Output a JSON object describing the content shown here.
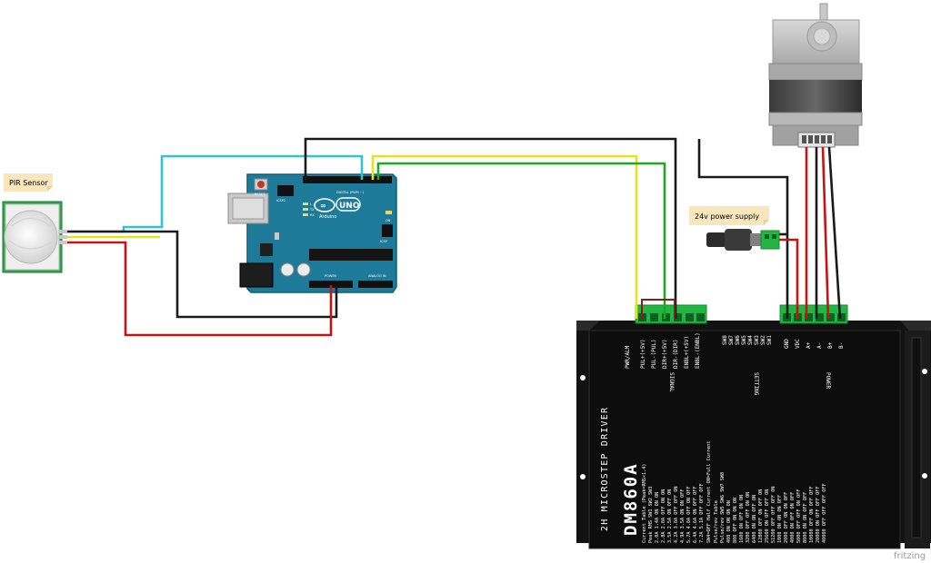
{
  "labels": {
    "pir_sensor": "PIR Sensor",
    "power_supply": "24v power supply",
    "watermark": "fritzing"
  },
  "arduino": {
    "logo": "UNO",
    "brand": "Arduino",
    "tx": "TX",
    "rx": "RX",
    "l": "L",
    "reset": "RESET",
    "icsp": "ICSP2",
    "icsp1": "ICSP",
    "digital": "DIGITAL (PWM ~)",
    "power": "POWER",
    "analog": "ANALOG IN",
    "on": "ON"
  },
  "driver": {
    "model": "DM860A",
    "title": "2H MICROSTEP DRIVER",
    "signal_pins": [
      "PUL+(+5V)",
      "PUL-(PUL)",
      "DIR+(+5V)",
      "DIR-(DIR)",
      "ENBL+(+5V)",
      "ENBL-(ENBL)"
    ],
    "alarm_label": "PWR/ALM",
    "power_pins": [
      "GND",
      "VDC",
      "A+",
      "A-",
      "B+",
      "B-"
    ],
    "switch_labels": [
      "SW8",
      "SW7",
      "SW6",
      "SW5",
      "SW4",
      "SW3",
      "SW2",
      "SW1"
    ],
    "section_signal": "SIGNAL",
    "section_setting": "SETTING",
    "section_power": "POWER",
    "current_table_title": "Current Table (Peak=RMS×1.4)",
    "current_header": "Peak  RMS    SW1  SW2  SW3",
    "current_rows": [
      "2.0A  1.4A    ON   ON   ON",
      "2.8A  2.0A   OFF   ON   ON",
      "3.5A  2.5A    ON  OFF   ON",
      "4.2A  3.0A   OFF  OFF   ON",
      "4.9A  3.5A    ON   ON  OFF",
      "5.7A  4.0A   OFF   ON  OFF",
      "6.4A  4.6A    ON  OFF  OFF",
      "7.2A  5.1A   OFF  OFF  OFF"
    ],
    "idle_note": "SW4=OFF Half Current  ON=Full Current",
    "pulse_table_title": "Pulse/rev Table",
    "pulse_header": "Pulse/rev  SW5  SW6  SW7  SW8",
    "pulse_rows": [
      "400    ON   ON   ON   ON",
      "800   OFF   ON   ON   ON",
      "1600   ON  OFF   ON   ON",
      "3200  OFF  OFF   ON   ON",
      "6400   ON   ON  OFF   ON",
      "12800 OFF   ON  OFF   ON",
      "25600  ON  OFF  OFF   ON",
      "51200 OFF  OFF  OFF   ON",
      "1000   ON   ON   ON  OFF",
      "2000  OFF   ON   ON  OFF",
      "4000   ON  OFF   ON  OFF",
      "5000  OFF  OFF   ON  OFF",
      "8000   ON   ON  OFF  OFF",
      "10000 OFF   ON  OFF  OFF",
      "20000  ON  OFF  OFF  OFF",
      "40000 OFF  OFF  OFF  OFF"
    ]
  },
  "colors": {
    "wire_black": "#1a1a1a",
    "wire_red": "#c41414",
    "wire_yellow": "#e8e21a",
    "wire_green": "#1fa81f",
    "wire_cyan": "#2ec4d4",
    "wire_orange": "#e89020",
    "arduino_blue": "#1e7a99",
    "driver_black": "#121212",
    "terminal_green": "#23b543",
    "label_bg": "#fae6bc"
  }
}
